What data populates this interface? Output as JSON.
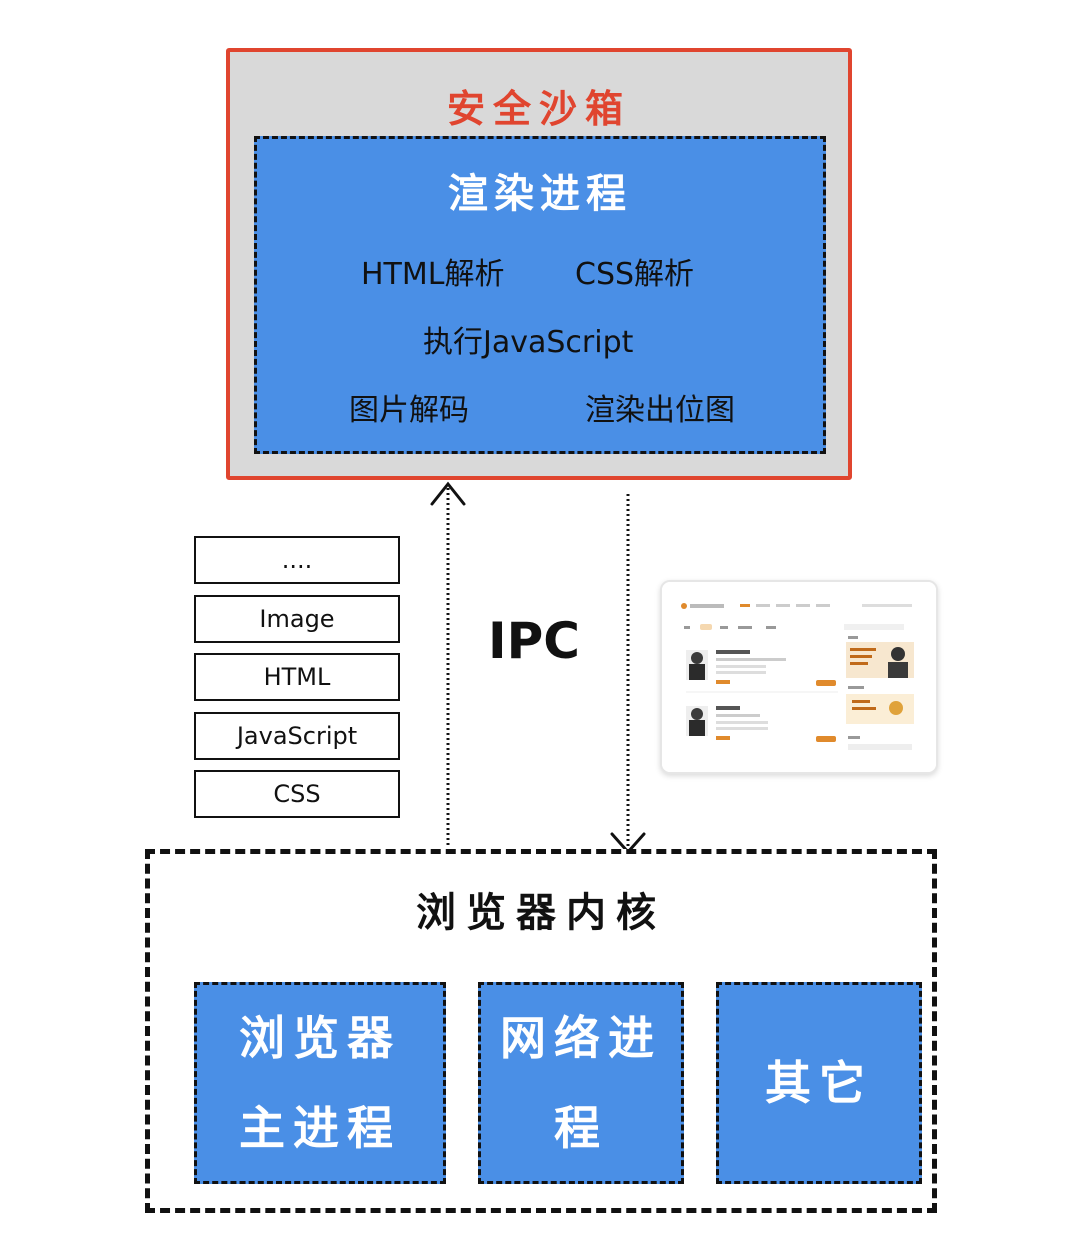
{
  "sandbox": {
    "title": "安全沙箱",
    "renderer": {
      "title": "渲染进程",
      "tasks": [
        "HTML解析",
        "CSS解析",
        "执行JavaScript",
        "图片解码",
        "渲染出位图"
      ]
    }
  },
  "ipc_label": "IPC",
  "resources": [
    "....",
    "Image",
    "HTML",
    "JavaScript",
    "CSS"
  ],
  "kernel": {
    "title": "浏览器内核",
    "boxes": [
      "浏览器主进程",
      "网络进程",
      "其它"
    ]
  },
  "colors": {
    "sandbox_border": "#e0452f",
    "process_fill": "#4a8fe6",
    "sandbox_fill": "#d9d9d9"
  }
}
